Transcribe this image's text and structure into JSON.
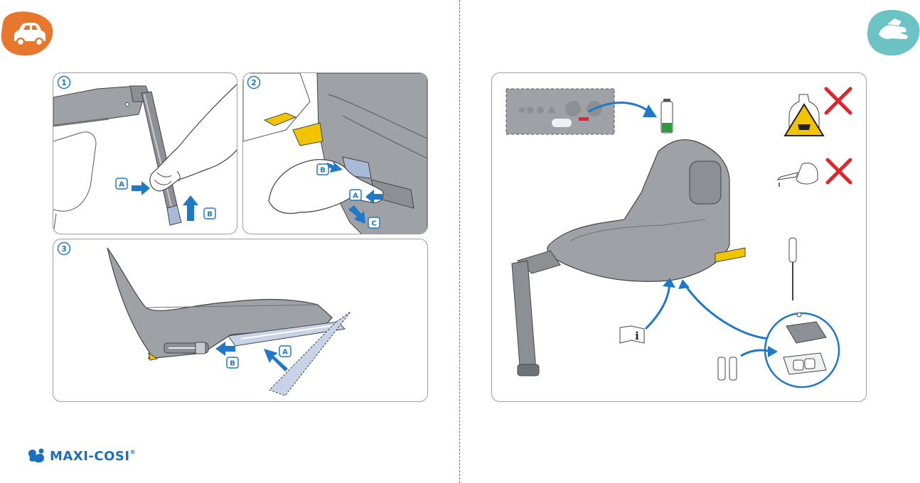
{
  "icons": {
    "car": "car-icon",
    "cleaning": "cleaning-hand-icon",
    "manual": "manual-info-icon",
    "battery": "battery-icon",
    "screwdriver": "screwdriver-icon",
    "corrosive": "corrosive-warning-icon",
    "oil": "oil-can-icon",
    "forbidden": "cross-forbidden-icon"
  },
  "colors": {
    "accent_orange": "#e8772e",
    "accent_teal": "#6cc3c4",
    "arrow_blue": "#1f78c8",
    "seat_grey": "#9ea2a6",
    "foot_yellow": "#f2c400",
    "forbidden_red": "#e0262b"
  },
  "steps": {
    "step1": {
      "number": "1",
      "labels": {
        "a": "A",
        "b": "B"
      }
    },
    "step2": {
      "number": "2",
      "labels": {
        "a": "A",
        "b": "B",
        "c": "C"
      }
    },
    "step3": {
      "number": "3",
      "labels": {
        "a": "A",
        "b": "B"
      }
    }
  },
  "manual": {
    "info_glyph": "i"
  },
  "brand": {
    "name": "MAXI-COSI",
    "mark": "®"
  }
}
